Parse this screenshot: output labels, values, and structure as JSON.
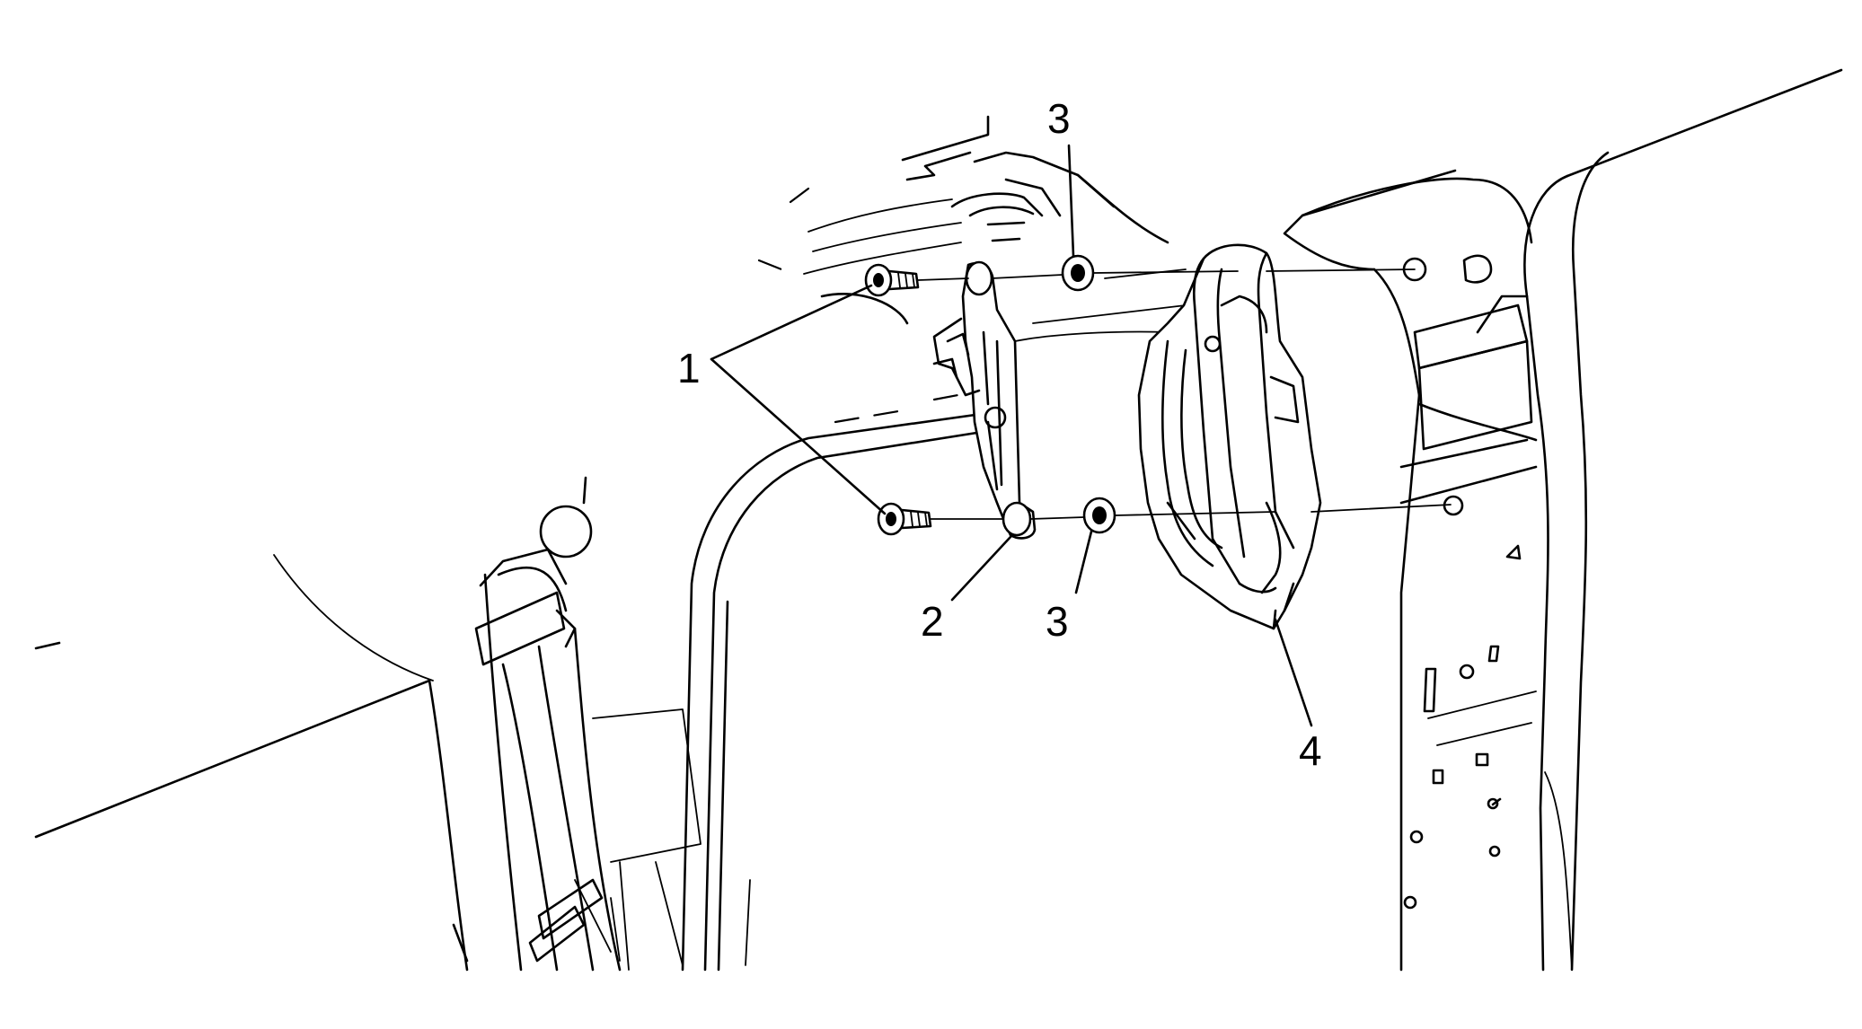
{
  "callouts": [
    {
      "id": "1",
      "label": "1"
    },
    {
      "id": "2",
      "label": "2"
    },
    {
      "id": "3-top",
      "label": "3"
    },
    {
      "id": "3-bottom",
      "label": "3"
    },
    {
      "id": "4",
      "label": "4"
    }
  ],
  "parts": {
    "screws": "bolt-icon",
    "bracket": "handle-bracket",
    "spacers": "spacer-washer-icon",
    "handle": "assist-grip-handle"
  }
}
